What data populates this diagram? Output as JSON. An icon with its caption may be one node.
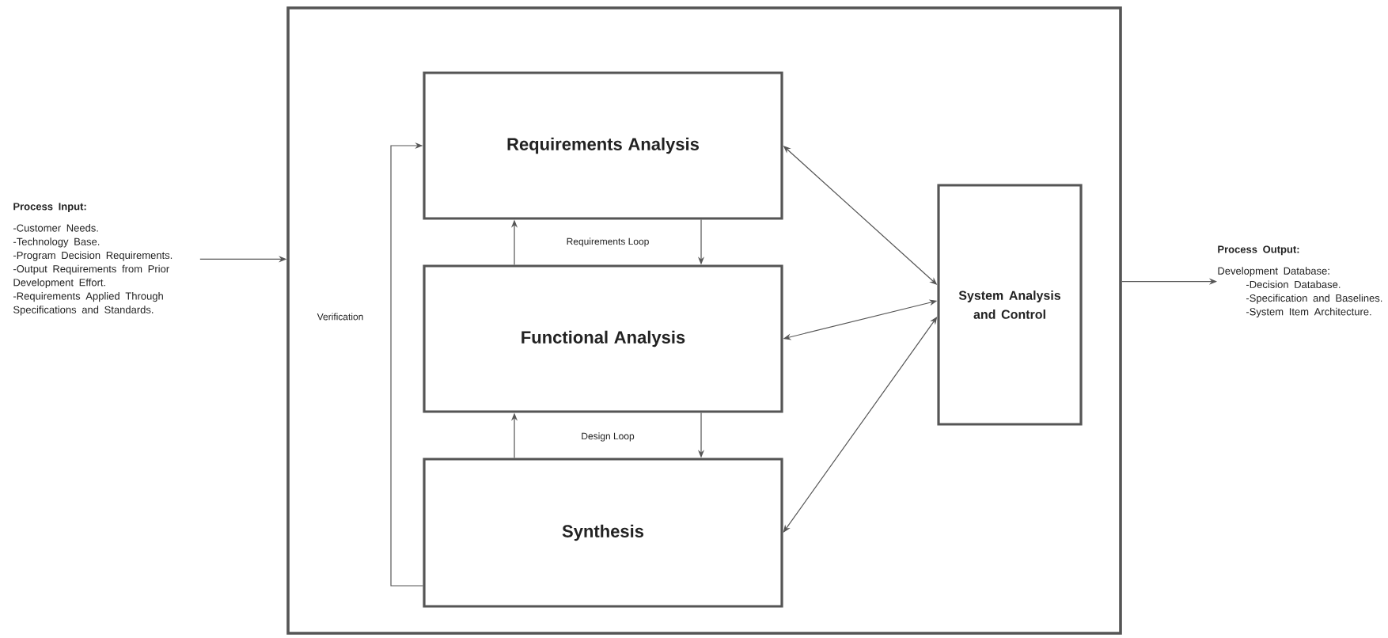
{
  "diagram": {
    "nodes": [
      {
        "text": [],
        "shape": "box"
      },
      {
        "text": [
          "Requirements Analysis"
        ],
        "in": 0
      },
      {
        "text": [
          "Functional Analysis"
        ],
        "in": 0
      },
      {
        "text": [
          "Synthesis"
        ],
        "in": 0
      },
      {
        "text": [
          "System Analysis and Control"
        ],
        "in": 0
      },
      {
        "text": [
          "Process Input:",
          "-Customer Needs.",
          "-Technology Base.",
          "-Program Decision Requirements.",
          "-Output Requirements from Prior Development Effort.",
          "-Requirements Applied Through Specifications and Standards."
        ]
      },
      {
        "text": [
          "Process Output:",
          "Development Database:",
          "-Decision Database.",
          "-Specification and Baselines.",
          "-System Item Architecture."
        ]
      }
    ],
    "edges": [
      {
        "from": 5,
        "to": 0,
        "arrow": "to"
      },
      {
        "from": 0,
        "to": 6,
        "arrow": "to"
      },
      {
        "from": 3,
        "to": 1,
        "arrow": "to",
        "label": "Verification"
      },
      {
        "from": 2,
        "to": 1,
        "arrow": "to"
      },
      {
        "from": 1,
        "to": 2,
        "arrow": "to"
      },
      {
        "from": 3,
        "to": 2,
        "arrow": "to"
      },
      {
        "from": 2,
        "to": 3,
        "arrow": "to"
      },
      {
        "from": 1,
        "to": 4,
        "arrow": "both"
      },
      {
        "from": 2,
        "to": 4,
        "arrow": "both"
      },
      {
        "from": 3,
        "to": 4,
        "arrow": "both"
      }
    ],
    "labels": [
      "Requirements Loop",
      "Design Loop"
    ]
  }
}
